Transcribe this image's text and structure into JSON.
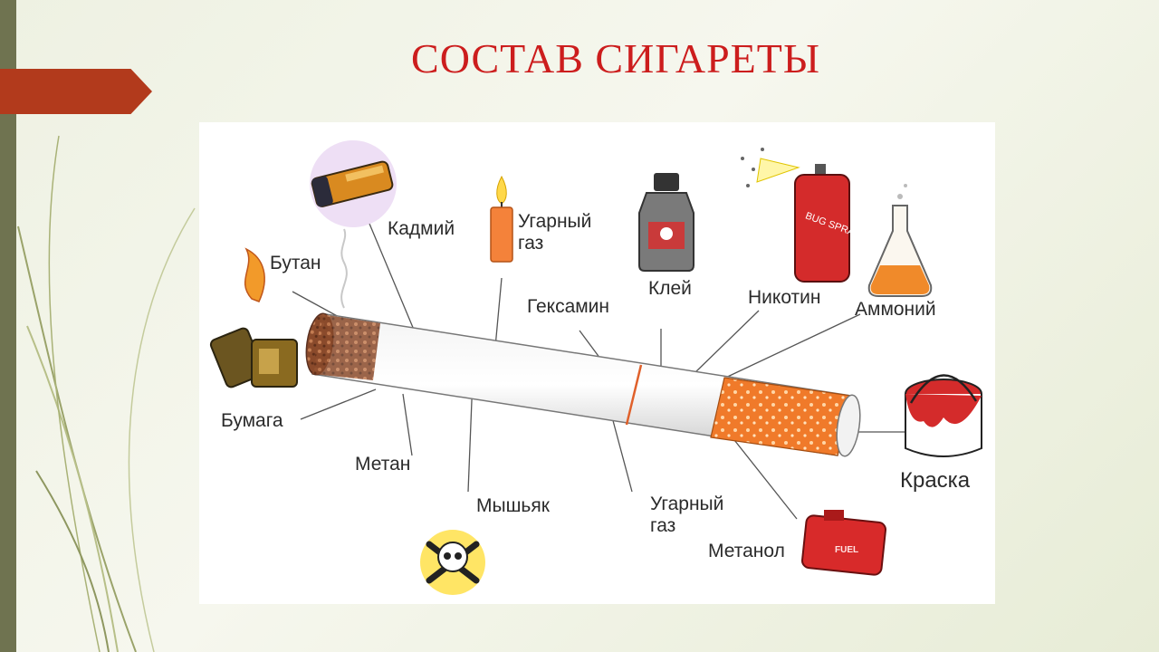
{
  "title": "СОСТАВ СИГАРЕТЫ",
  "labels": {
    "cadmium": "Кадмий",
    "carbon_monoxide_top_1": "Угарный",
    "carbon_monoxide_top_2": "газ",
    "butane": "Бутан",
    "hexamine": "Гексамин",
    "glue": "Клей",
    "nicotine": "Никотин",
    "ammonium": "Аммоний",
    "paper": "Бумага",
    "methane": "Метан",
    "arsenic": "Мышьяк",
    "carbon_monoxide_bottom_1": "Угарный",
    "carbon_monoxide_bottom_2": "газ",
    "methanol": "Метанол",
    "paint": "Краска"
  },
  "icon_text": {
    "spray": "BUG SPRAY",
    "fuel": "FUEL"
  },
  "colors": {
    "title": "#cc1d1d",
    "accent": "#b23a1c",
    "filter": "#f07a2a"
  }
}
